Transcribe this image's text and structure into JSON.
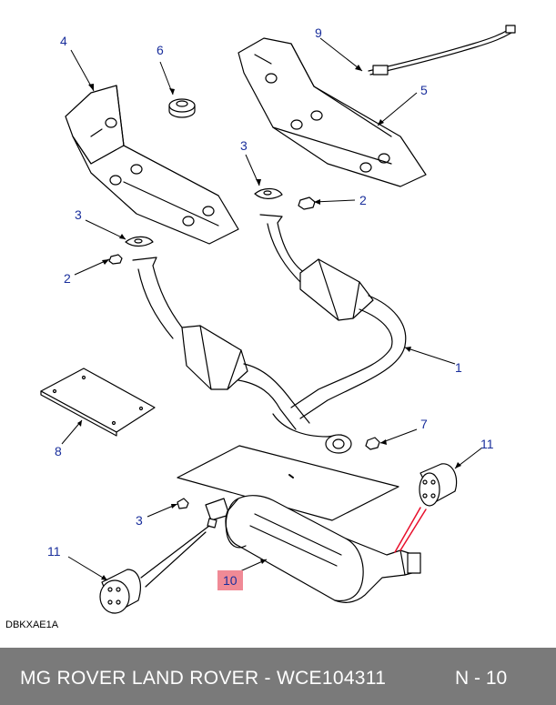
{
  "diagram": {
    "callouts": [
      {
        "id": "c1",
        "label": "1"
      },
      {
        "id": "c2a",
        "label": "2"
      },
      {
        "id": "c2b",
        "label": "2"
      },
      {
        "id": "c3a",
        "label": "3"
      },
      {
        "id": "c3b",
        "label": "3"
      },
      {
        "id": "c3c",
        "label": "3"
      },
      {
        "id": "c4",
        "label": "4"
      },
      {
        "id": "c5",
        "label": "5"
      },
      {
        "id": "c6",
        "label": "6"
      },
      {
        "id": "c7",
        "label": "7"
      },
      {
        "id": "c8",
        "label": "8"
      },
      {
        "id": "c9",
        "label": "9"
      },
      {
        "id": "c10",
        "label": "10"
      },
      {
        "id": "c11a",
        "label": "11"
      },
      {
        "id": "c11b",
        "label": "11"
      }
    ],
    "highlighted_part": "10",
    "doc_code": "DBKXAE1A"
  },
  "footer": {
    "title": "MG ROVER LAND ROVER - WCE104311",
    "page": "N - 10"
  },
  "colors": {
    "callout_text": "#1a2f9c",
    "highlight": "#f08a96",
    "footer_bg": "#7a7a7a",
    "footer_text": "#ffffff",
    "line_art": "#000000"
  }
}
